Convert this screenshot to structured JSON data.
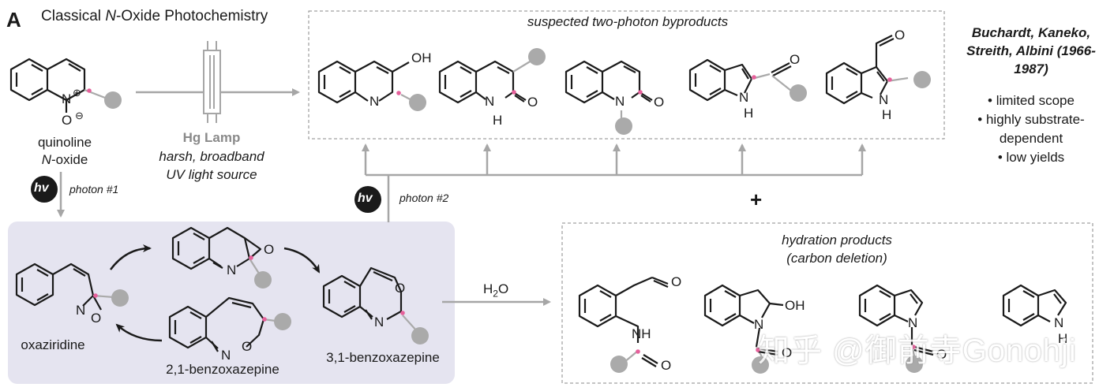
{
  "header": {
    "panel_letter": "A",
    "title_prefix": "Classical ",
    "title_italic": "N",
    "title_suffix": "-Oxide Photochemistry"
  },
  "start": {
    "name": "quinoline",
    "name2_italic": "N",
    "name2_suffix": "-oxide"
  },
  "lamp": {
    "name": "Hg Lamp",
    "desc1": "harsh, broadband",
    "desc2": "UV light source"
  },
  "photon1": {
    "badge": "hv",
    "label": "photon #1"
  },
  "photon2": {
    "badge": "hv",
    "label": "photon #2"
  },
  "byproducts_box": {
    "title": "suspected two-photon byproducts"
  },
  "references": {
    "authors": "Buchardt, Kaneko, Streith, Albini (1966-1987)",
    "bullets": [
      "• limited scope",
      "• highly substrate-",
      "dependent",
      "• low yields"
    ]
  },
  "plus": "+",
  "intermediates": {
    "oxaziridine": "oxaziridine",
    "benz21": "2,1-benzoxazepine",
    "benz31": "3,1-benzoxazepine"
  },
  "hydration": {
    "reagent": "H2O",
    "title1": "hydration products",
    "title2": "(carbon deletion)"
  },
  "atoms": {
    "N": "N",
    "O": "O",
    "H": "H",
    "NH": "NH",
    "OH": "OH",
    "charge_plus": "⊕",
    "charge_minus": "⊖"
  },
  "watermark": "知乎 @御前寺Gonohji",
  "colors": {
    "panel_bg": "#e5e4f0",
    "dot": "#aaaaaa",
    "pink": "#e6609b",
    "arrow": "#a6a6a6",
    "bond": "#1a1a1a"
  }
}
